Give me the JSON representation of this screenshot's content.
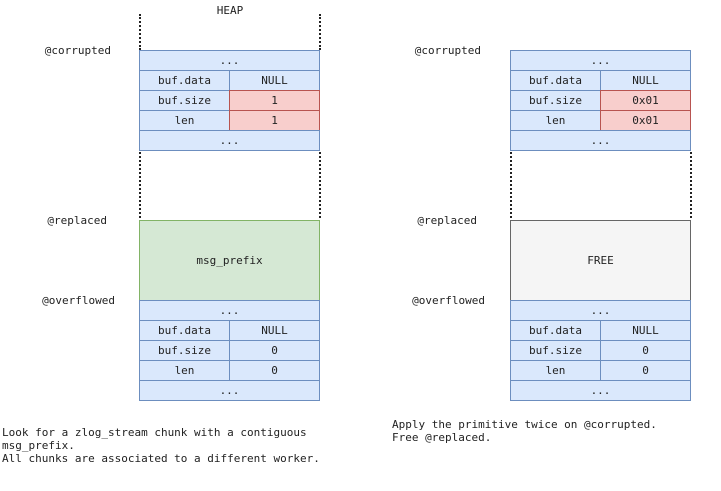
{
  "heap_title": "HEAP",
  "left": {
    "label_corrupted": "@corrupted",
    "label_replaced": "@replaced",
    "label_overflowed": "@overflowed",
    "top_block": {
      "ellipsis_top": "...",
      "rows": [
        {
          "field": "buf.data",
          "value": "NULL"
        },
        {
          "field": "buf.size",
          "value": "1"
        },
        {
          "field": "len",
          "value": "1"
        }
      ],
      "ellipsis_bottom": "..."
    },
    "middle_block": "msg_prefix",
    "bottom_block": {
      "ellipsis_top": "...",
      "rows": [
        {
          "field": "buf.data",
          "value": "NULL"
        },
        {
          "field": "buf.size",
          "value": "0"
        },
        {
          "field": "len",
          "value": "0"
        }
      ],
      "ellipsis_bottom": "..."
    },
    "note_lines": [
      "Look for a zlog_stream chunk with a contiguous",
      "msg_prefix.",
      "All chunks are associated to a different worker."
    ]
  },
  "right": {
    "label_corrupted": "@corrupted",
    "label_replaced": "@replaced",
    "label_overflowed": "@overflowed",
    "top_block": {
      "ellipsis_top": "...",
      "rows": [
        {
          "field": "buf.data",
          "value": "NULL"
        },
        {
          "field": "buf.size",
          "value": "0x01"
        },
        {
          "field": "len",
          "value": "0x01"
        }
      ],
      "ellipsis_bottom": "..."
    },
    "middle_block": "FREE",
    "bottom_block": {
      "ellipsis_top": "...",
      "rows": [
        {
          "field": "buf.data",
          "value": "NULL"
        },
        {
          "field": "buf.size",
          "value": "0"
        },
        {
          "field": "len",
          "value": "0"
        }
      ],
      "ellipsis_bottom": "..."
    },
    "note_lines": [
      "Apply the primitive twice on @corrupted.",
      "Free @replaced."
    ]
  },
  "colors": {
    "blue_fill": "#dae8fc",
    "blue_stroke": "#6c8ebf",
    "red_fill": "#f8cecc",
    "green_fill": "#d5e8d4",
    "free_fill": "#f5f5f5"
  }
}
